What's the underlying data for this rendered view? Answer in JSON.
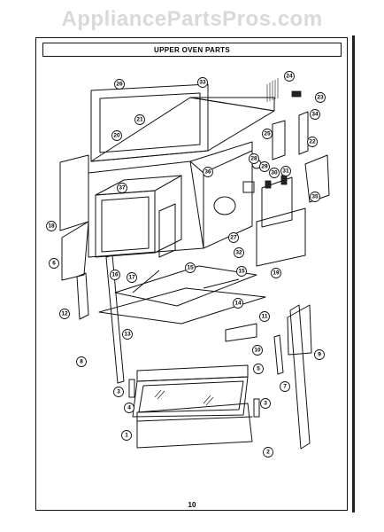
{
  "watermark": "AppliancePartsPros.com",
  "title": "UPPER OVEN PARTS",
  "page_number": "10",
  "callouts": [
    "1",
    "2",
    "3",
    "3",
    "4",
    "5",
    "6",
    "7",
    "8",
    "9",
    "10",
    "11",
    "12",
    "13",
    "14",
    "15",
    "15",
    "16",
    "17",
    "18",
    "19",
    "20",
    "21",
    "22",
    "23",
    "24",
    "25",
    "26",
    "27",
    "28",
    "29",
    "30",
    "31",
    "32",
    "33",
    "34",
    "35",
    "36",
    "37"
  ]
}
